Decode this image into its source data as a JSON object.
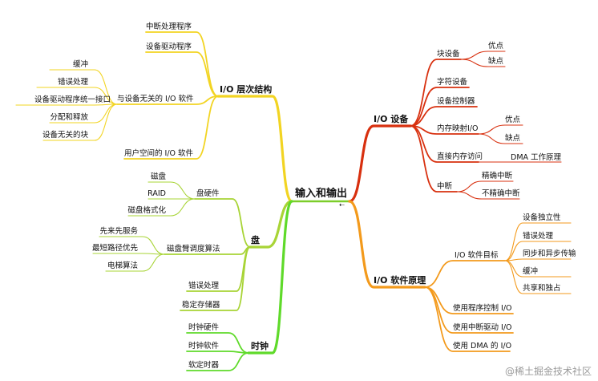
{
  "root": "输入和输出",
  "root_marker": "⇠",
  "watermark": "@稀土掘金技术社区",
  "branches": {
    "io_device": {
      "label": "I/O 设备",
      "color": "#d8300f",
      "children": {
        "block_device": {
          "label": "块设备",
          "children": {
            "pros": "优点",
            "cons": "缺点"
          }
        },
        "char_device": "字符设备",
        "device_controller": "设备控制器",
        "mmio": {
          "label": "内存映射I/O",
          "children": {
            "pros": "优点",
            "cons": "缺点"
          }
        },
        "dma": {
          "label": "直接内存访问",
          "children": {
            "principle": "DMA 工作原理"
          }
        },
        "interrupt": {
          "label": "中断",
          "children": {
            "precise": "精确中断",
            "imprecise": "不精确中断"
          }
        }
      }
    },
    "io_software": {
      "label": "I/O 软件原理",
      "color": "#f39a1c",
      "children": {
        "goals": {
          "label": "I/O 软件目标",
          "children": {
            "independence": "设备独立性",
            "error_handling": "错误处理",
            "sync_async": "同步和异步传输",
            "buffering": "缓冲",
            "sharing": "共享和独占"
          }
        },
        "programmed": "使用程序控制 I/O",
        "interrupt_driven": "使用中断驱动 I/O",
        "dma_io": "使用 DMA 的 I/O"
      }
    },
    "layers": {
      "label": "I/O 层次结构",
      "color": "#f2d422",
      "children": {
        "interrupt_handler": "中断处理程序",
        "device_driver": "设备驱动程序",
        "device_independent": {
          "label": "与设备无关的 I/O 软件",
          "children": {
            "buffering": "缓冲",
            "error_handling": "错误处理",
            "uniform_interface": "设备驱动程序统一接口",
            "allocation": "分配和释放",
            "block_size": "设备无关的块"
          }
        },
        "user_space": "用户空间的 I/O 软件"
      }
    },
    "disk": {
      "label": "盘",
      "color": "#a8d436",
      "children": {
        "hardware": {
          "label": "盘硬件",
          "children": {
            "disk": "磁盘",
            "raid": "RAID",
            "format": "磁盘格式化"
          }
        },
        "scheduling": {
          "label": "磁盘臂调度算法",
          "children": {
            "fcfs": "先来先服务",
            "sstf": "最短路径优先",
            "elevator": "电梯算法"
          }
        },
        "error_handling": "错误处理",
        "stable_storage": "稳定存储器"
      }
    },
    "clock": {
      "label": "时钟",
      "color": "#5fda2a",
      "children": {
        "hardware": "时钟硬件",
        "software": "时钟软件",
        "soft_timer": "软定时器"
      }
    }
  }
}
